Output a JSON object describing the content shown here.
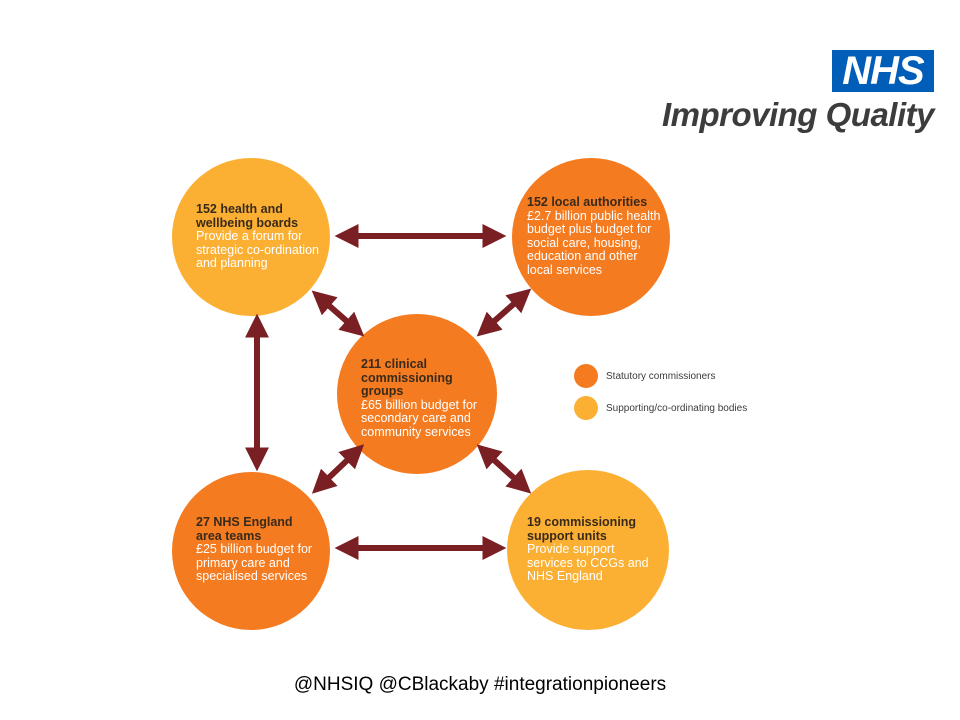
{
  "brand": {
    "logo_text": "NHS",
    "tagline": "Improving Quality",
    "logo_color": "#005eb8"
  },
  "colors": {
    "statutory": "#f47b20",
    "supporting": "#fbb034",
    "arrow": "#7a1f24"
  },
  "nodes": {
    "hwb": {
      "title": "152 health and wellbeing boards",
      "desc": "Provide a forum for strategic co-ordination and planning"
    },
    "la": {
      "title": "152 local authorities",
      "desc": "£2.7 billion public health budget plus budget for social care, housing, education and other local services"
    },
    "ccg": {
      "title": "211 clinical commissioning groups",
      "desc": "£65 billion budget for secondary care and community services"
    },
    "nhse": {
      "title": "27 NHS England area teams",
      "desc": "£25 billion budget for primary care and specialised services"
    },
    "csu": {
      "title": "19 commissioning support units",
      "desc": "Provide support services to CCGs and NHS England"
    }
  },
  "legend": {
    "statutory_label": "Statutory commissioners",
    "supporting_label": "Supporting/co-ordinating bodies"
  },
  "footer": {
    "text": "@NHSIQ @CBlackaby #integrationpioneers"
  }
}
